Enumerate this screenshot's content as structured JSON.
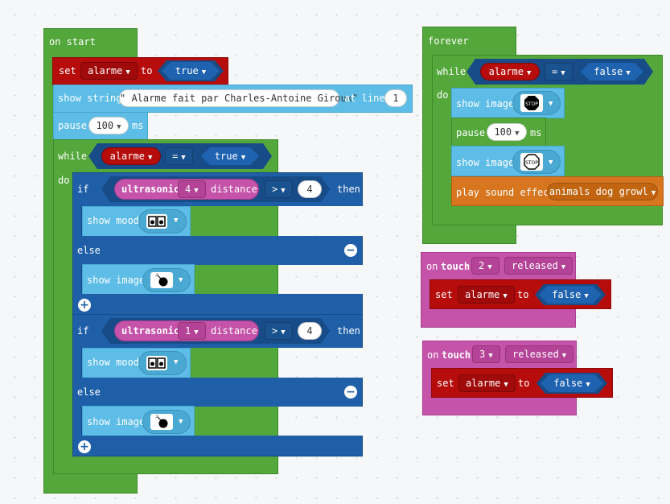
{
  "on_start": {
    "label": "on start",
    "set_block": {
      "label": "set",
      "var": "alarme",
      "to": "to",
      "value": "true"
    },
    "show_string": {
      "label": "show string",
      "text": "\" Alarme fait par Charles-Antoine Giroux\"",
      "at_line": "at line",
      "line": "1"
    },
    "pause": {
      "label": "pause",
      "value": "100",
      "unit": "ms"
    },
    "while": {
      "label": "while",
      "do": "do",
      "var": "alarme",
      "op": "=",
      "value": "true",
      "if1": {
        "if": "if",
        "then": "then",
        "sensor": "ultrasonic",
        "port": "4",
        "distance": "distance",
        "op": ">",
        "value": "4",
        "show_mood": "show mood",
        "else": "else",
        "show_image": "show image"
      },
      "if2": {
        "if": "if",
        "then": "then",
        "sensor": "ultrasonic",
        "port": "1",
        "distance": "distance",
        "op": ">",
        "value": "4",
        "show_mood": "show mood",
        "else": "else",
        "show_image": "show image"
      }
    }
  },
  "forever": {
    "label": "forever",
    "while": {
      "label": "while",
      "do": "do",
      "var": "alarme",
      "op": "=",
      "value": "false"
    },
    "show_image_1": "show image",
    "pause": {
      "label": "pause",
      "value": "100",
      "unit": "ms"
    },
    "show_image_2": "show image",
    "play_sound": {
      "label": "play sound effect",
      "value": "animals dog growl"
    },
    "stop_text": "STOP"
  },
  "touch_2": {
    "on": "on",
    "touch": "touch",
    "pin": "2",
    "event": "released",
    "set": "set",
    "var": "alarme",
    "to": "to",
    "value": "false"
  },
  "touch_3": {
    "on": "on",
    "touch": "touch",
    "pin": "3",
    "event": "released",
    "set": "set",
    "var": "alarme",
    "to": "to",
    "value": "false"
  },
  "colors": {
    "green": "#54a73b",
    "red": "#b60c0c",
    "blue": "#1e5fa8",
    "light_blue": "#5dbde6",
    "orange": "#d7761f",
    "pink": "#c553a9"
  },
  "icons": [
    "caret-down-icon",
    "mood-eyes-icon",
    "bomb-image-icon",
    "stop-sign-icon",
    "minus-circle-icon",
    "plus-circle-icon"
  ]
}
